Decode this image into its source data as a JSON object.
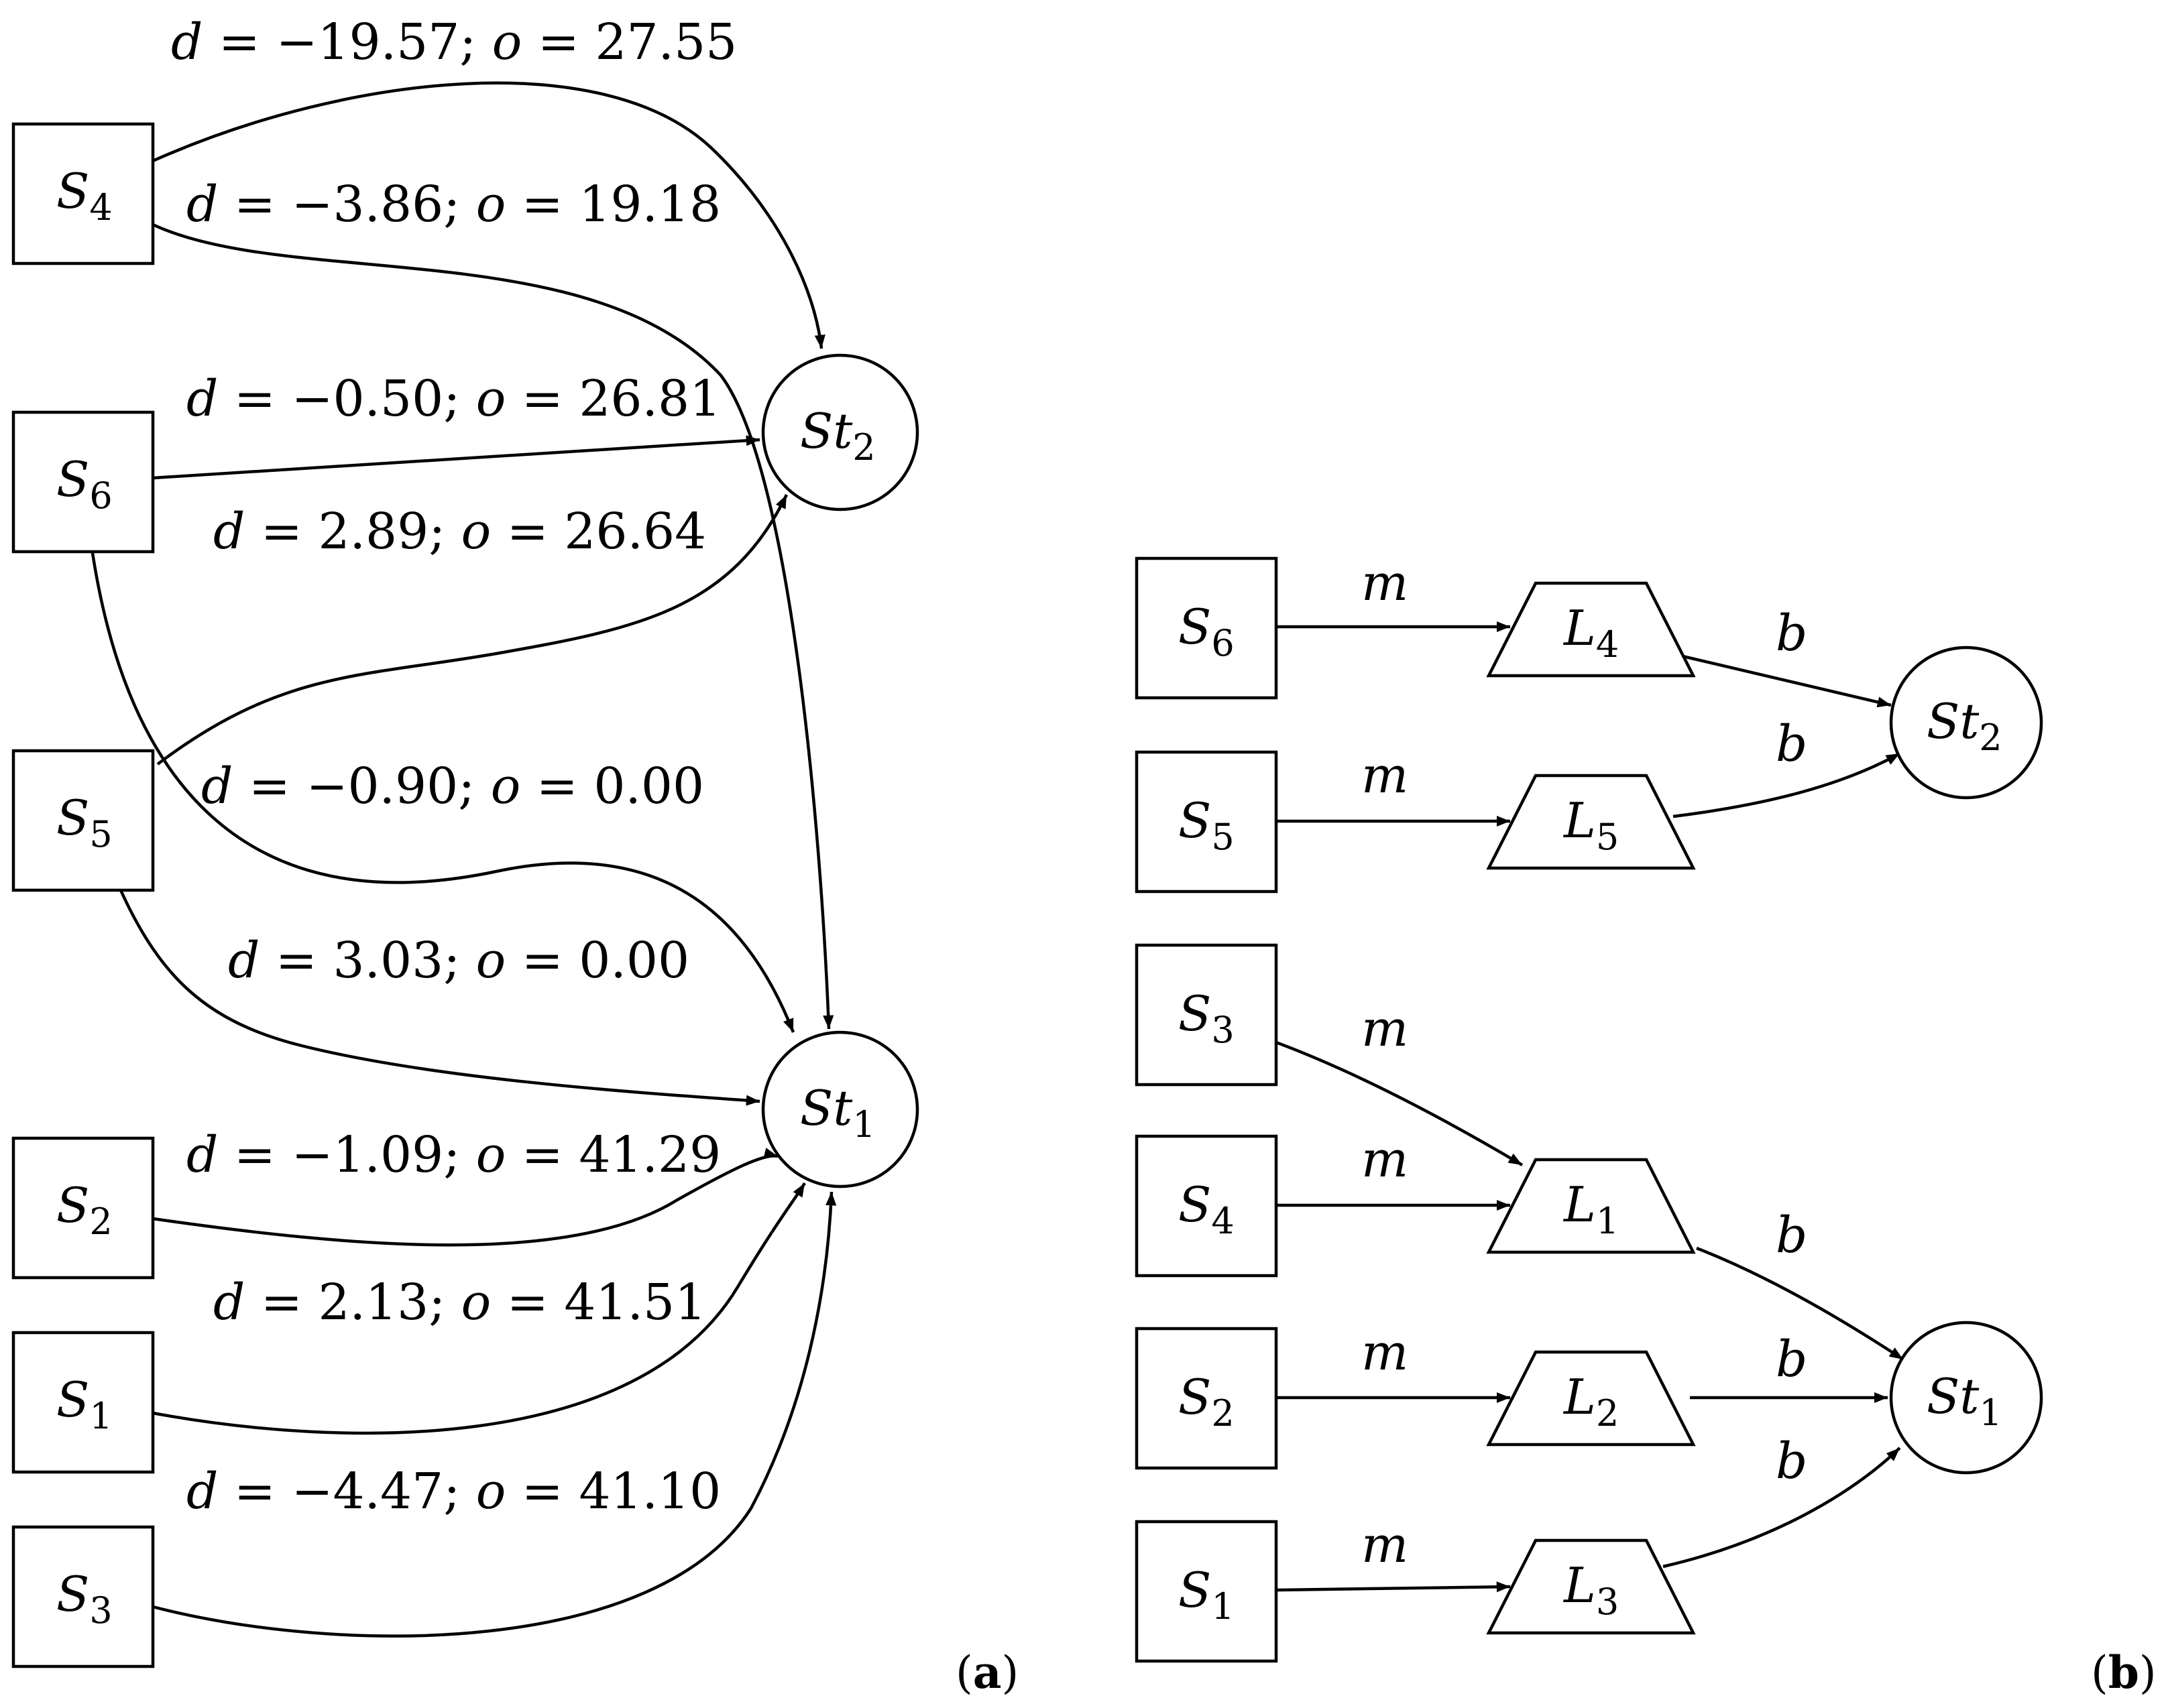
{
  "panel_a": {
    "label": "(a)",
    "sources": [
      {
        "id": "S4",
        "letter": "S",
        "sub": "4"
      },
      {
        "id": "S6",
        "letter": "S",
        "sub": "6"
      },
      {
        "id": "S5",
        "letter": "S",
        "sub": "5"
      },
      {
        "id": "S2",
        "letter": "S",
        "sub": "2"
      },
      {
        "id": "S1",
        "letter": "S",
        "sub": "1"
      },
      {
        "id": "S3",
        "letter": "S",
        "sub": "3"
      }
    ],
    "sinks": [
      {
        "id": "St2",
        "letter": "St",
        "sub": "2"
      },
      {
        "id": "St1",
        "letter": "St",
        "sub": "1"
      }
    ],
    "edges": [
      {
        "from": "S4",
        "to": "St2",
        "d": "−19.57",
        "o": "27.55"
      },
      {
        "from": "S4",
        "to": "St1",
        "d": "−3.86",
        "o": "19.18"
      },
      {
        "from": "S6",
        "to": "St2",
        "d": "−0.50",
        "o": "26.81"
      },
      {
        "from": "S5",
        "to": "St2",
        "d": "2.89",
        "o": "26.64"
      },
      {
        "from": "S6",
        "to": "St1",
        "d": "−0.90",
        "o": "0.00"
      },
      {
        "from": "S5",
        "to": "St1",
        "d": "3.03",
        "o": "0.00"
      },
      {
        "from": "S2",
        "to": "St1",
        "d": "−1.09",
        "o": "41.29"
      },
      {
        "from": "S1",
        "to": "St1",
        "d": "2.13",
        "o": "41.51"
      },
      {
        "from": "S3",
        "to": "St1",
        "d": "−4.47",
        "o": "41.10"
      }
    ]
  },
  "panel_b": {
    "label": "(b)",
    "sources": [
      {
        "id": "S6",
        "letter": "S",
        "sub": "6"
      },
      {
        "id": "S5",
        "letter": "S",
        "sub": "5"
      },
      {
        "id": "S3",
        "letter": "S",
        "sub": "3"
      },
      {
        "id": "S4",
        "letter": "S",
        "sub": "4"
      },
      {
        "id": "S2",
        "letter": "S",
        "sub": "2"
      },
      {
        "id": "S1",
        "letter": "S",
        "sub": "1"
      }
    ],
    "links": [
      {
        "id": "L4",
        "letter": "L",
        "sub": "4"
      },
      {
        "id": "L5",
        "letter": "L",
        "sub": "5"
      },
      {
        "id": "L1",
        "letter": "L",
        "sub": "1"
      },
      {
        "id": "L2",
        "letter": "L",
        "sub": "2"
      },
      {
        "id": "L3",
        "letter": "L",
        "sub": "3"
      }
    ],
    "sinks": [
      {
        "id": "St2",
        "letter": "St",
        "sub": "2"
      },
      {
        "id": "St1",
        "letter": "St",
        "sub": "1"
      }
    ],
    "edges": [
      {
        "from": "S6",
        "to": "L4",
        "label": "m"
      },
      {
        "from": "S5",
        "to": "L5",
        "label": "m"
      },
      {
        "from": "S3",
        "to": "L1",
        "label": "m"
      },
      {
        "from": "S4",
        "to": "L1",
        "label": "m"
      },
      {
        "from": "S2",
        "to": "L2",
        "label": "m"
      },
      {
        "from": "S1",
        "to": "L3",
        "label": "m"
      },
      {
        "from": "L4",
        "to": "St2",
        "label": "b"
      },
      {
        "from": "L5",
        "to": "St2",
        "label": "b"
      },
      {
        "from": "L1",
        "to": "St1",
        "label": "b"
      },
      {
        "from": "L2",
        "to": "St1",
        "label": "b"
      },
      {
        "from": "L3",
        "to": "St1",
        "label": "b"
      }
    ]
  }
}
